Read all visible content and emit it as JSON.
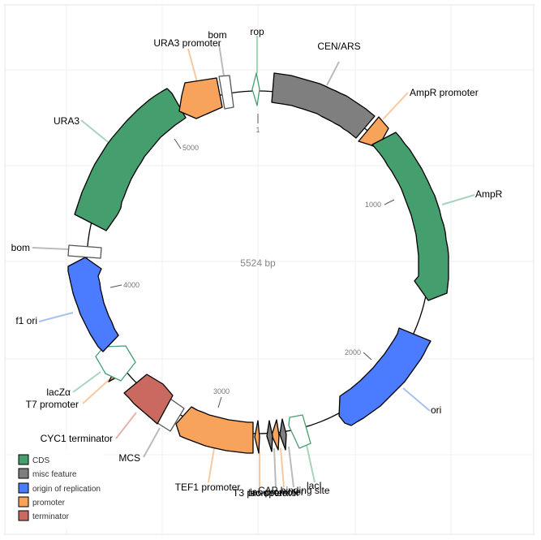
{
  "center_label": "5524 bp",
  "ticks": [
    {
      "bp": 1,
      "label": "1"
    },
    {
      "bp": 1000,
      "label": "1000"
    },
    {
      "bp": 2000,
      "label": "2000"
    },
    {
      "bp": 3000,
      "label": "3000"
    },
    {
      "bp": 4000,
      "label": "4000"
    },
    {
      "bp": 5000,
      "label": "5000"
    }
  ],
  "legend": [
    {
      "key": "cds",
      "label": "CDS"
    },
    {
      "key": "misc",
      "label": "misc feature"
    },
    {
      "key": "ori",
      "label": "origin of replication"
    },
    {
      "key": "promoter",
      "label": "promoter"
    },
    {
      "key": "terminator",
      "label": "terminator"
    }
  ],
  "colors": {
    "cds": "#449e6e",
    "misc": "#7f7f7f",
    "ori": "#4b7bff",
    "promoter": "#f7a35c",
    "terminator": "#c9695f",
    "outline_feature": "#ffffff"
  },
  "features": [
    {
      "label": "CEN/ARS",
      "type": "misc"
    },
    {
      "label": "AmpR promoter",
      "type": "promoter"
    },
    {
      "label": "AmpR",
      "type": "cds"
    },
    {
      "label": "ori",
      "type": "ori"
    },
    {
      "label": "lacI",
      "type": "cds"
    },
    {
      "label": "CAP binding site",
      "type": "misc"
    },
    {
      "label": "lac promoter",
      "type": "promoter"
    },
    {
      "label": "lac operator",
      "type": "misc"
    },
    {
      "label": "T3 promoter",
      "type": "promoter"
    },
    {
      "label": "TEF1 promoter",
      "type": "promoter"
    },
    {
      "label": "MCS",
      "type": "misc"
    },
    {
      "label": "CYC1 terminator",
      "type": "terminator"
    },
    {
      "label": "T7 promoter",
      "type": "promoter"
    },
    {
      "label": "lacZα",
      "type": "cds"
    },
    {
      "label": "f1 ori",
      "type": "ori"
    },
    {
      "label": "bom",
      "type": "misc"
    },
    {
      "label": "URA3",
      "type": "cds"
    },
    {
      "label": "URA3 promoter",
      "type": "promoter"
    },
    {
      "label": "bom",
      "type": "misc"
    },
    {
      "label": "rop",
      "type": "cds"
    }
  ]
}
